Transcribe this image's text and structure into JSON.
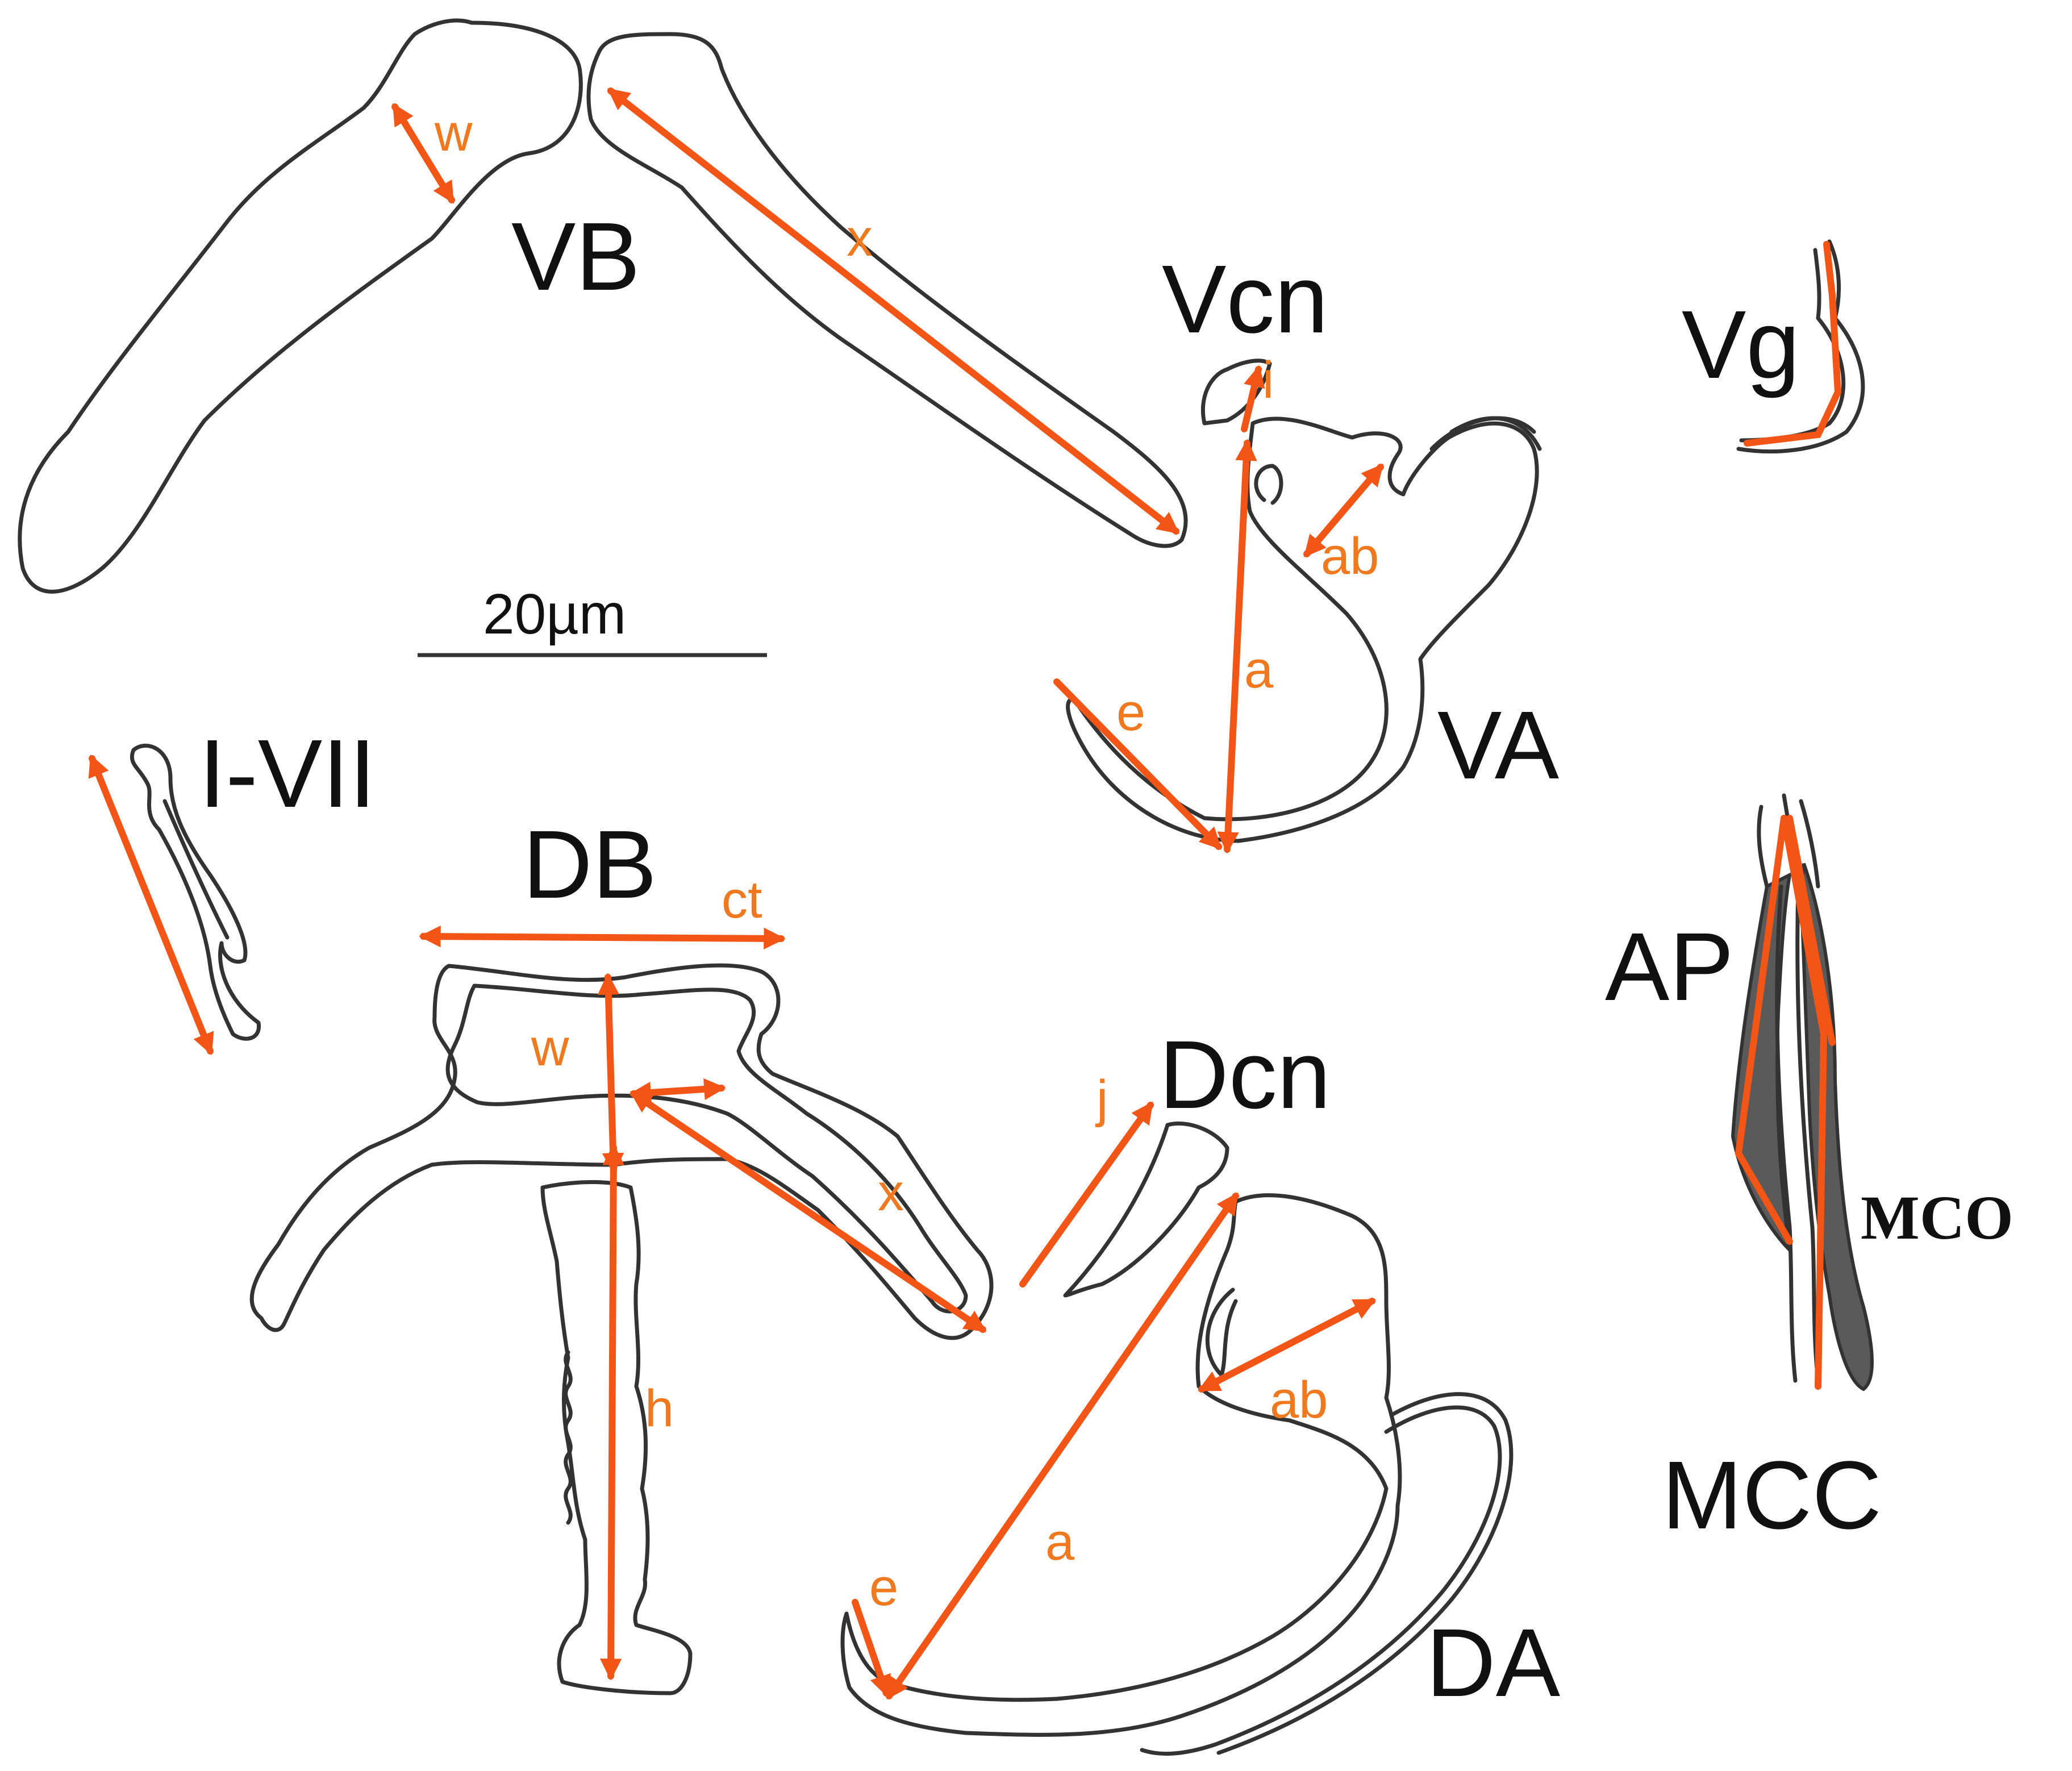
{
  "labels": {
    "vb": "VB",
    "vcn": "Vcn",
    "vg": "Vg",
    "va": "VA",
    "i_vii": "I-VII",
    "db": "DB",
    "dcn": "Dcn",
    "da": "DA",
    "ap": "AP",
    "mco": "MCO",
    "mcc": "MCC"
  },
  "scale_bar": {
    "label": "20µm"
  },
  "measurements": {
    "vb_w": "w",
    "vb_x": "x",
    "vcn_i": "i",
    "va_ab": "ab",
    "va_a": "a",
    "va_e": "e",
    "db_ct": "ct",
    "db_w": "w",
    "db_x": "x",
    "db_h": "h",
    "dcn_j": "j",
    "da_ab": "ab",
    "da_a": "a",
    "da_e": "e"
  },
  "colors": {
    "outline": "#333333",
    "measure_line": "#f25516",
    "measure_label": "#f0781e"
  }
}
